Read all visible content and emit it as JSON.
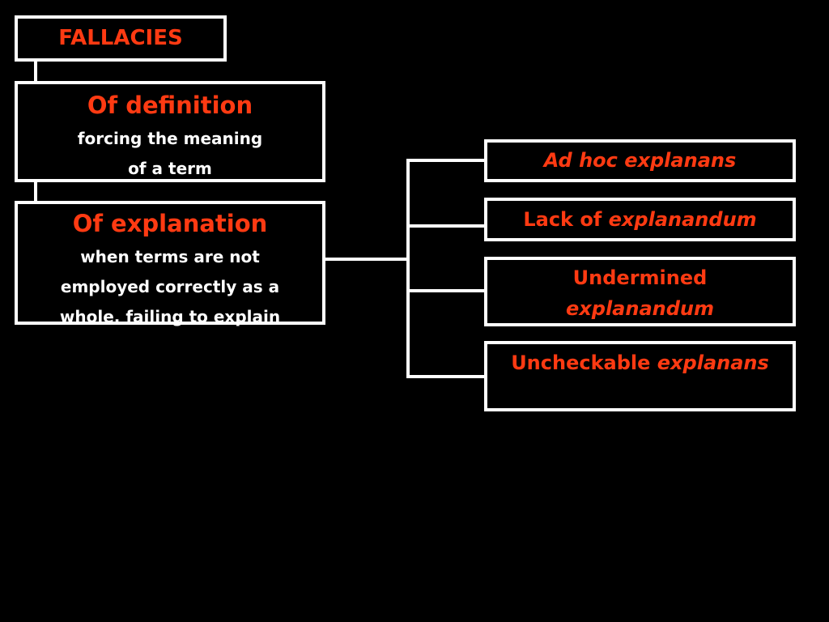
{
  "root": {
    "title": "FALLACIES"
  },
  "definition": {
    "title": "Of definition",
    "desc_line1": "forcing the meaning",
    "desc_line2": "of a term"
  },
  "explanation": {
    "title": "Of explanation",
    "desc_line1": "when terms are not",
    "desc_line2": "employed correctly as a",
    "desc_line3": "whole, failing to explain"
  },
  "subtypes": [
    {
      "plain": "",
      "italic": "Ad hoc explanans"
    },
    {
      "plain": "Lack of ",
      "italic": "explanandum"
    },
    {
      "plain": "Undermined",
      "italic": "explanandum"
    },
    {
      "plain": "Uncheckable ",
      "italic": "explanans"
    }
  ],
  "colors": {
    "background": "#000000",
    "title_text": "#ff3a12",
    "body_text": "#ffffff",
    "border": "#ffffff"
  }
}
